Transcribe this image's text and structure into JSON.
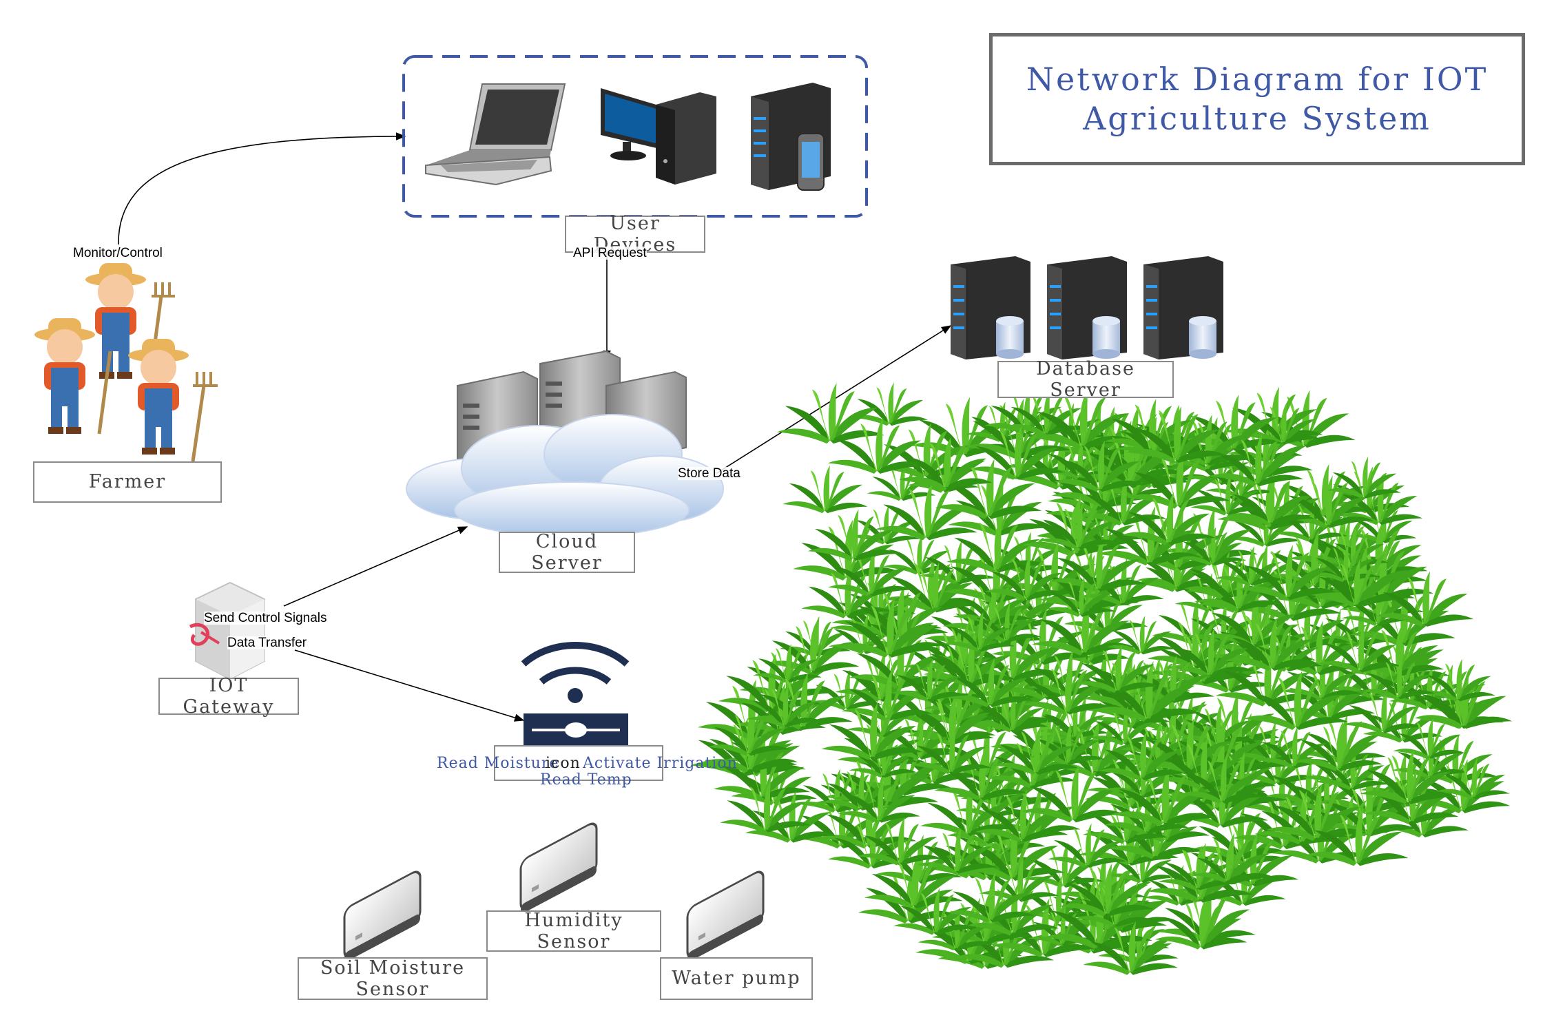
{
  "title": {
    "line1": "Network Diagram for IOT",
    "line2": "Agriculture System"
  },
  "nodes": {
    "farmer": "Farmer",
    "user_devices": "User Devices",
    "database_server": "Database Server",
    "cloud_server": "Cloud Server",
    "iot_gateway": "IOT Gateway",
    "humidity_sensor": "Humidity Sensor",
    "soil_moisture_line1": "Soil Moisture",
    "soil_moisture_line2": "Sensor",
    "water_pump": "Water pump"
  },
  "edges": {
    "monitor_control": "Monitor/Control",
    "api_request": "API Request",
    "store_data": "Store Data",
    "send_control_signals": "Send Control Signals",
    "data_transfer": "Data Transfer"
  },
  "router_labels": {
    "read_moisture": "Read Moisture",
    "icon_fragment": "icon",
    "activate_irrigation": "Activate Irrigation",
    "read_temp": "Read Temp"
  },
  "colors": {
    "title_text": "#3f59a6",
    "dashed_group": "#3f59a6",
    "router": "#1f2f52",
    "plant": "#3fa51c"
  },
  "icons": [
    "laptop-icon",
    "desktop-computer-icon",
    "server-with-phone-icon",
    "database-server-icon",
    "cloud-server-icon",
    "iot-gateway-icon",
    "wifi-router-icon",
    "sensor-device-icon",
    "farmer-icon",
    "plant-field-icon"
  ]
}
